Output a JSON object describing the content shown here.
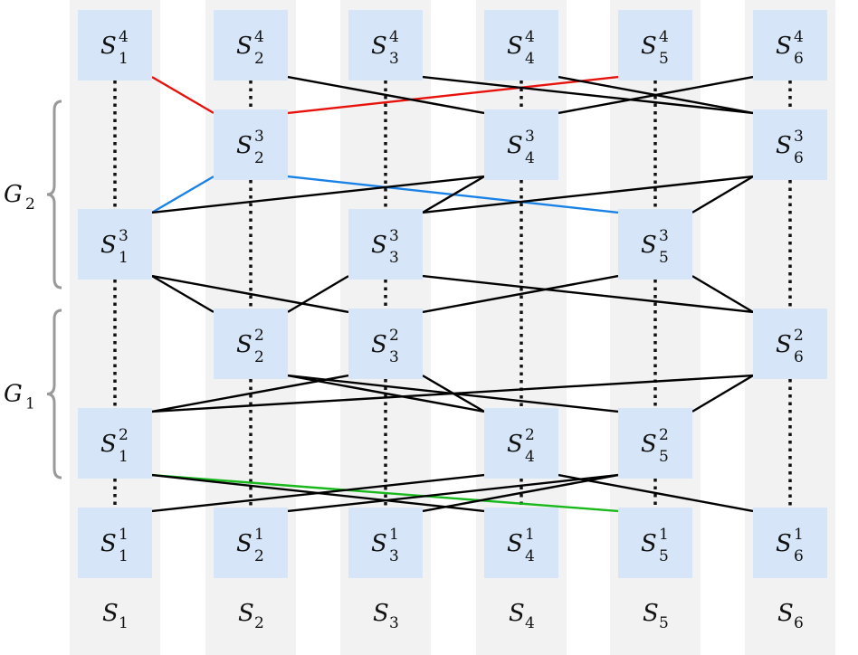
{
  "columns": [
    {
      "id": "S1",
      "name": "S",
      "sub": "1"
    },
    {
      "id": "S2",
      "name": "S",
      "sub": "2"
    },
    {
      "id": "S3",
      "name": "S",
      "sub": "3"
    },
    {
      "id": "S4",
      "name": "S",
      "sub": "4"
    },
    {
      "id": "S5",
      "name": "S",
      "sub": "5"
    },
    {
      "id": "S6",
      "name": "S",
      "sub": "6"
    }
  ],
  "nodes": [
    {
      "id": "S1-4",
      "col": 1,
      "level": 4,
      "label": "S",
      "sup": "4",
      "sub": "1"
    },
    {
      "id": "S2-4",
      "col": 2,
      "level": 4,
      "label": "S",
      "sup": "4",
      "sub": "2"
    },
    {
      "id": "S3-4",
      "col": 3,
      "level": 4,
      "label": "S",
      "sup": "4",
      "sub": "3"
    },
    {
      "id": "S4-4",
      "col": 4,
      "level": 4,
      "label": "S",
      "sup": "4",
      "sub": "4"
    },
    {
      "id": "S5-4",
      "col": 5,
      "level": 4,
      "label": "S",
      "sup": "4",
      "sub": "5"
    },
    {
      "id": "S6-4",
      "col": 6,
      "level": 4,
      "label": "S",
      "sup": "4",
      "sub": "6"
    },
    {
      "id": "S2-3",
      "col": 2,
      "level": 3,
      "label": "S",
      "sup": "3",
      "sub": "2"
    },
    {
      "id": "S4-3",
      "col": 4,
      "level": 3,
      "label": "S",
      "sup": "3",
      "sub": "4"
    },
    {
      "id": "S6-3",
      "col": 6,
      "level": 3,
      "label": "S",
      "sup": "3",
      "sub": "6"
    },
    {
      "id": "S1-3",
      "col": 1,
      "level": 3,
      "label": "S",
      "sup": "3",
      "sub": "1"
    },
    {
      "id": "S3-3",
      "col": 3,
      "level": 3,
      "label": "S",
      "sup": "3",
      "sub": "3"
    },
    {
      "id": "S5-3",
      "col": 5,
      "level": 3,
      "label": "S",
      "sup": "3",
      "sub": "5"
    },
    {
      "id": "S2-2",
      "col": 2,
      "level": 2,
      "label": "S",
      "sup": "2",
      "sub": "2"
    },
    {
      "id": "S3-2",
      "col": 3,
      "level": 2,
      "label": "S",
      "sup": "2",
      "sub": "3"
    },
    {
      "id": "S6-2",
      "col": 6,
      "level": 2,
      "label": "S",
      "sup": "2",
      "sub": "6"
    },
    {
      "id": "S1-2",
      "col": 1,
      "level": 2,
      "label": "S",
      "sup": "2",
      "sub": "1"
    },
    {
      "id": "S4-2",
      "col": 4,
      "level": 2,
      "label": "S",
      "sup": "2",
      "sub": "4"
    },
    {
      "id": "S5-2",
      "col": 5,
      "level": 2,
      "label": "S",
      "sup": "2",
      "sub": "5"
    },
    {
      "id": "S1-1",
      "col": 1,
      "level": 1,
      "label": "S",
      "sup": "1",
      "sub": "1"
    },
    {
      "id": "S2-1",
      "col": 2,
      "level": 1,
      "label": "S",
      "sup": "1",
      "sub": "2"
    },
    {
      "id": "S3-1",
      "col": 3,
      "level": 1,
      "label": "S",
      "sup": "1",
      "sub": "3"
    },
    {
      "id": "S4-1",
      "col": 4,
      "level": 1,
      "label": "S",
      "sup": "1",
      "sub": "4"
    },
    {
      "id": "S5-1",
      "col": 5,
      "level": 1,
      "label": "S",
      "sup": "1",
      "sub": "5"
    },
    {
      "id": "S6-1",
      "col": 6,
      "level": 1,
      "label": "S",
      "sup": "1",
      "sub": "6"
    }
  ],
  "edges": [
    {
      "from": "S1-4",
      "to": "S2-3",
      "color": "#e8120c"
    },
    {
      "from": "S2-3",
      "to": "S5-4",
      "color": "#e8120c"
    },
    {
      "from": "S1-3",
      "to": "S2-3",
      "color": "#1a82e6"
    },
    {
      "from": "S2-3",
      "to": "S5-3",
      "color": "#1a82e6"
    },
    {
      "from": "S1-2",
      "to": "S5-1",
      "color": "#19b81c"
    },
    {
      "from": "S2-4",
      "to": "S4-3",
      "color": "#000000"
    },
    {
      "from": "S3-4",
      "to": "S6-3",
      "color": "#000000"
    },
    {
      "from": "S4-4",
      "to": "S6-3",
      "color": "#000000"
    },
    {
      "from": "S6-4",
      "to": "S4-3",
      "color": "#000000"
    },
    {
      "from": "S1-3",
      "to": "S4-3",
      "color": "#000000"
    },
    {
      "from": "S3-3",
      "to": "S4-3",
      "color": "#000000"
    },
    {
      "from": "S3-3",
      "to": "S6-3",
      "color": "#000000"
    },
    {
      "from": "S6-3",
      "to": "S5-3",
      "color": "#000000"
    },
    {
      "from": "S1-3",
      "to": "S2-2",
      "color": "#000000"
    },
    {
      "from": "S1-3",
      "to": "S3-2",
      "color": "#000000"
    },
    {
      "from": "S2-2",
      "to": "S3-3",
      "color": "#000000"
    },
    {
      "from": "S3-3",
      "to": "S6-2",
      "color": "#000000"
    },
    {
      "from": "S3-2",
      "to": "S5-3",
      "color": "#000000"
    },
    {
      "from": "S5-3",
      "to": "S6-2",
      "color": "#000000"
    },
    {
      "from": "S2-2",
      "to": "S4-2",
      "color": "#000000"
    },
    {
      "from": "S2-2",
      "to": "S5-2",
      "color": "#000000"
    },
    {
      "from": "S3-2",
      "to": "S4-2",
      "color": "#000000"
    },
    {
      "from": "S3-2",
      "to": "S1-2",
      "color": "#000000"
    },
    {
      "from": "S1-2",
      "to": "S6-2",
      "color": "#000000"
    },
    {
      "from": "S5-2",
      "to": "S6-2",
      "color": "#000000"
    },
    {
      "from": "S1-2",
      "to": "S4-1",
      "color": "#000000"
    },
    {
      "from": "S1-1",
      "to": "S4-2",
      "color": "#000000"
    },
    {
      "from": "S2-1",
      "to": "S5-2",
      "color": "#000000"
    },
    {
      "from": "S3-1",
      "to": "S5-2",
      "color": "#000000"
    },
    {
      "from": "S4-2",
      "to": "S6-1",
      "color": "#000000"
    }
  ],
  "groups": [
    {
      "id": "G2",
      "name": "G",
      "sub": "2",
      "top_level": 3.5,
      "bottom_level": 2.5
    },
    {
      "id": "G1",
      "name": "G",
      "sub": "1",
      "top_level": 2.5,
      "bottom_level": 1.5
    }
  ],
  "colors": {
    "node_fill": "#d6e6f8",
    "column_fill": "#f2f2f2",
    "bracket": "#999999",
    "dotted": "#111111"
  }
}
